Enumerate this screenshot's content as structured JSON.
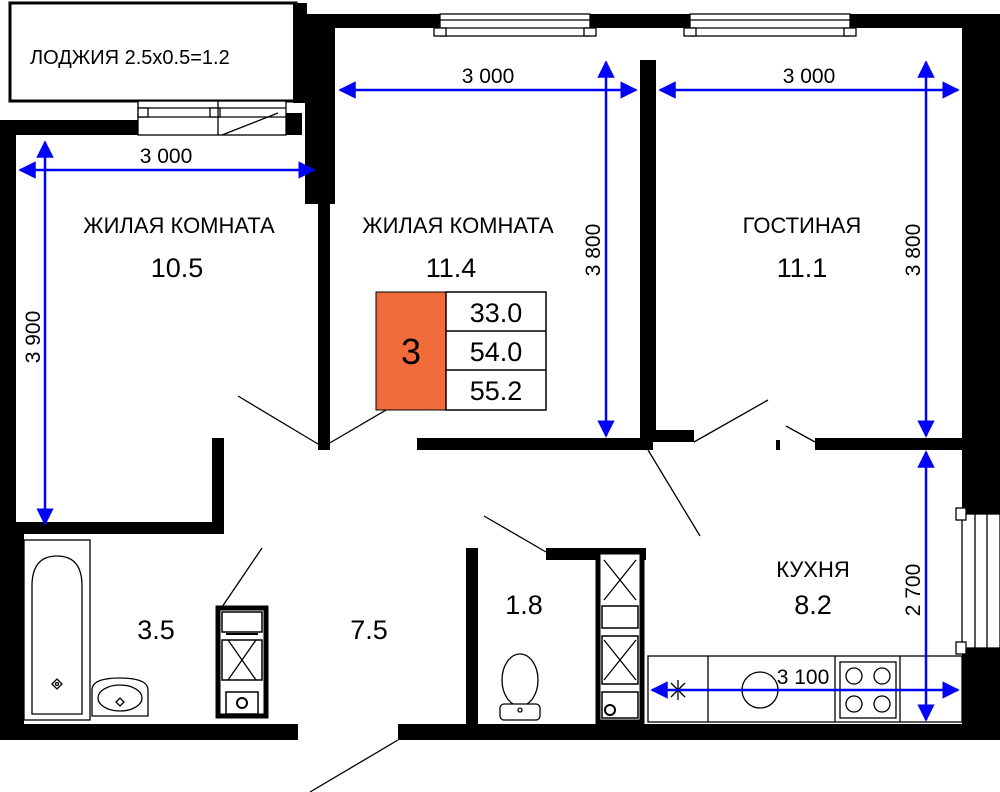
{
  "loggia": {
    "label": "ЛОДЖИЯ 2.5х0.5=1.2"
  },
  "rooms": {
    "bedroom1": {
      "label": "ЖИЛАЯ КОМНАТА",
      "area": "10.5"
    },
    "bedroom2": {
      "label": "ЖИЛАЯ КОМНАТА",
      "area": "11.4"
    },
    "living": {
      "label": "ГОСТИНАЯ",
      "area": "11.1"
    },
    "kitchen": {
      "label": "КУХНЯ",
      "area": "8.2"
    },
    "bathroom": {
      "area": "3.5"
    },
    "hallway": {
      "area": "7.5"
    },
    "wc": {
      "area": "1.8"
    }
  },
  "dimensions": {
    "bedroom1_width": "3 000",
    "bedroom1_height": "3 900",
    "bedroom2_width": "3 000",
    "bedroom2_height": "3 800",
    "living_width": "3 000",
    "living_height": "3 800",
    "kitchen_width": "3 100",
    "kitchen_height": "2 700"
  },
  "summary": {
    "rooms_count": "3",
    "areas": [
      "33.0",
      "54.0",
      "55.2"
    ]
  },
  "colors": {
    "walls": "#000000",
    "dimension_lines": "#0000ff",
    "rooms_badge": "#f26c3b"
  }
}
